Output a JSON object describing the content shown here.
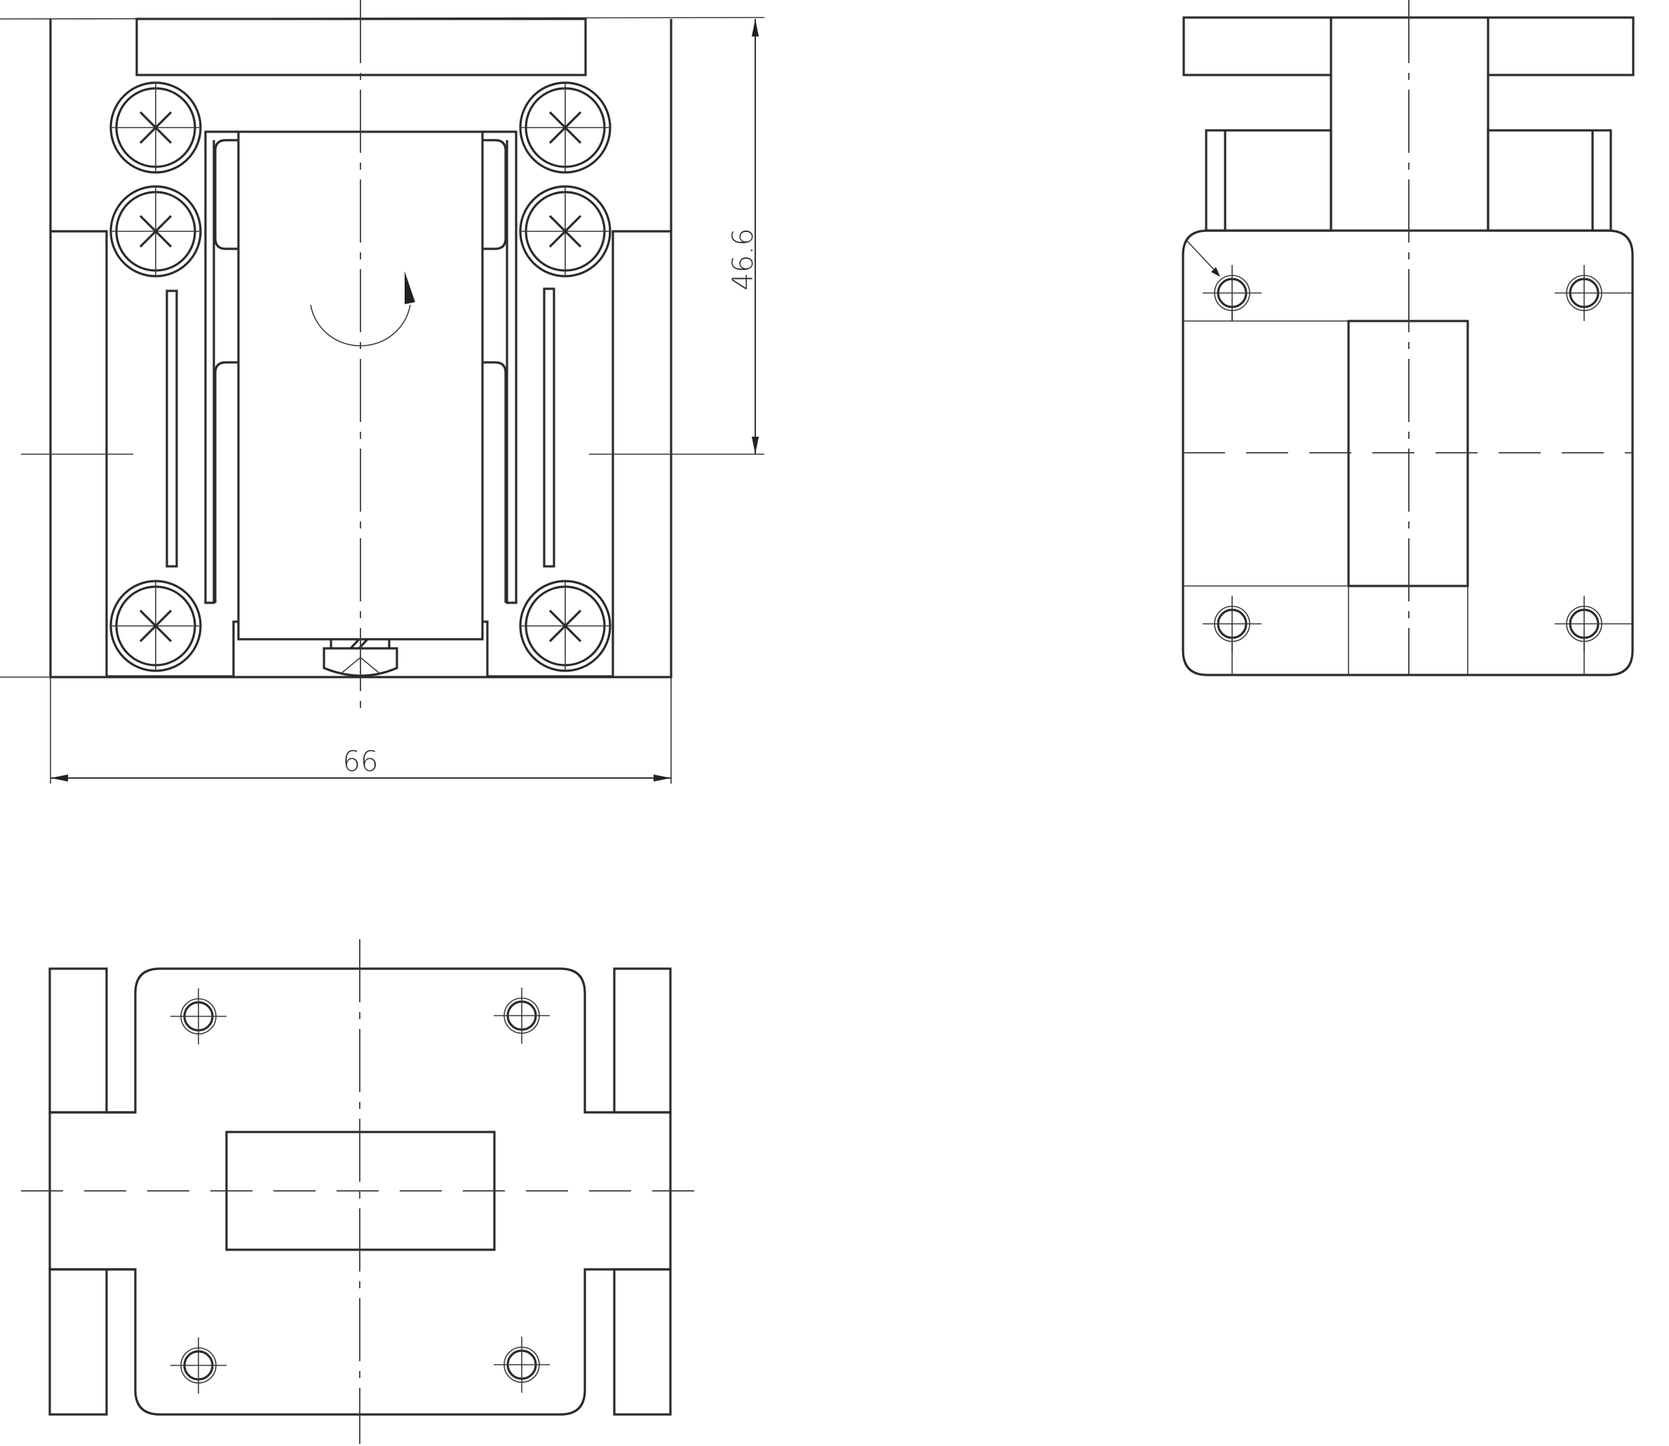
{
  "drawing": {
    "type": "technical_drawing",
    "views": [
      "front-view",
      "side-view",
      "bottom-view"
    ],
    "line_color": "#2b2b2b",
    "background": "#ffffff"
  },
  "dimensions": {
    "width_label": "66",
    "height_label": "46.6"
  },
  "front_view": {
    "screws": 6,
    "rotation_arrow": "counterclockwise-up"
  },
  "side_view": {
    "mounting_holes": 4
  },
  "bottom_view": {
    "mounting_holes": 4
  }
}
